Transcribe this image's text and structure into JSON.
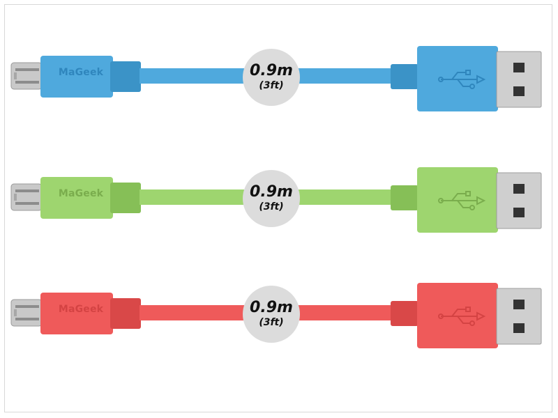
{
  "cables": [
    {
      "brand": "MaGeek",
      "length_metric": "0.9m",
      "length_imperial": "(3ft)",
      "colors": {
        "body": "#4fa9dd",
        "dark": "#3b93c7",
        "text": "#2f86bd"
      }
    },
    {
      "brand": "MaGeek",
      "length_metric": "0.9m",
      "length_imperial": "(3ft)",
      "colors": {
        "body": "#9ed56f",
        "dark": "#86bf57",
        "text": "#7aad4d"
      }
    },
    {
      "brand": "MaGeek",
      "length_metric": "0.9m",
      "length_imperial": "(3ft)",
      "colors": {
        "body": "#ef5a5a",
        "dark": "#d94848",
        "text": "#d44343"
      }
    }
  ],
  "icons": {
    "micro_plug": "micro-usb-plug-icon",
    "usb_symbol": "usb-trident-icon",
    "usb_plug": "usb-a-plug-icon"
  }
}
